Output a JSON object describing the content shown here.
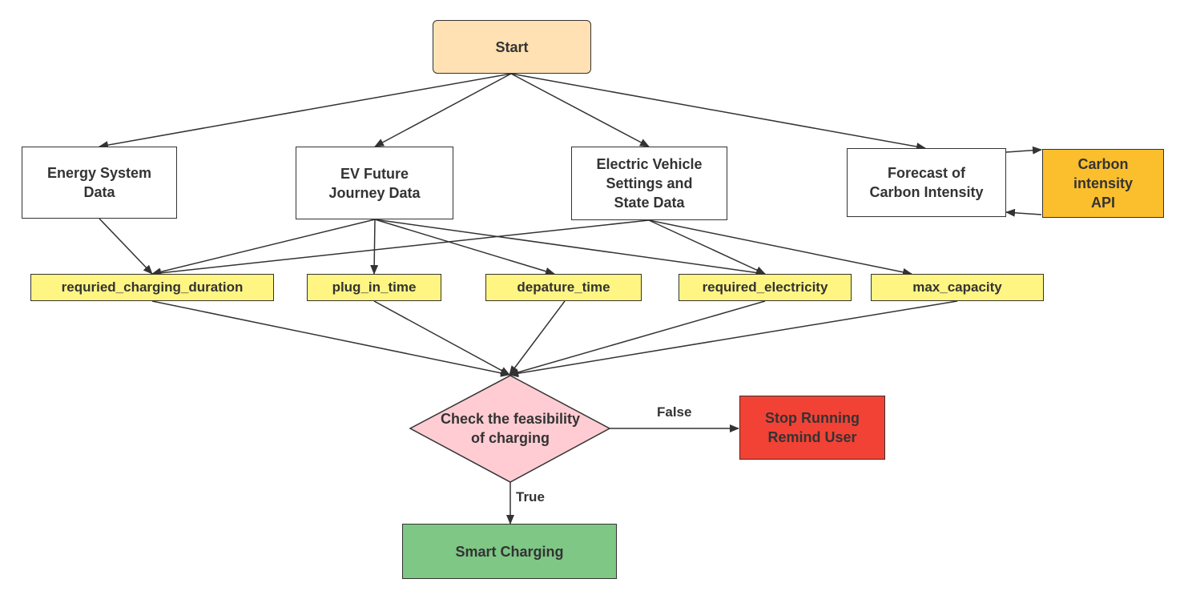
{
  "nodes": {
    "start": "Start",
    "energy_system": "Energy System\nData",
    "ev_journey": "EV Future\nJourney Data",
    "ev_settings": "Electric Vehicle\nSettings and\nState Data",
    "forecast": "Forecast of\nCarbon Intensity",
    "carbon_api": "Carbon\nintensity\nAPI",
    "var_duration": "requried_charging_duration",
    "var_plug_in": "plug_in_time",
    "var_departure": "depature_time",
    "var_electricity": "required_electricity",
    "var_capacity": "max_capacity",
    "decision": "Check the feasibility\nof charging",
    "stop": "Stop Running\nRemind User",
    "smart_charging": "Smart Charging"
  },
  "edge_labels": {
    "false_branch": "False",
    "true_branch": "True"
  },
  "colors": {
    "start_fill": "#ffe1b3",
    "api_fill": "#fbbf2d",
    "variable_fill": "#fff582",
    "decision_fill": "#ffccd3",
    "stop_fill": "#f24235",
    "smart_fill": "#7ec785",
    "line": "#333333"
  }
}
